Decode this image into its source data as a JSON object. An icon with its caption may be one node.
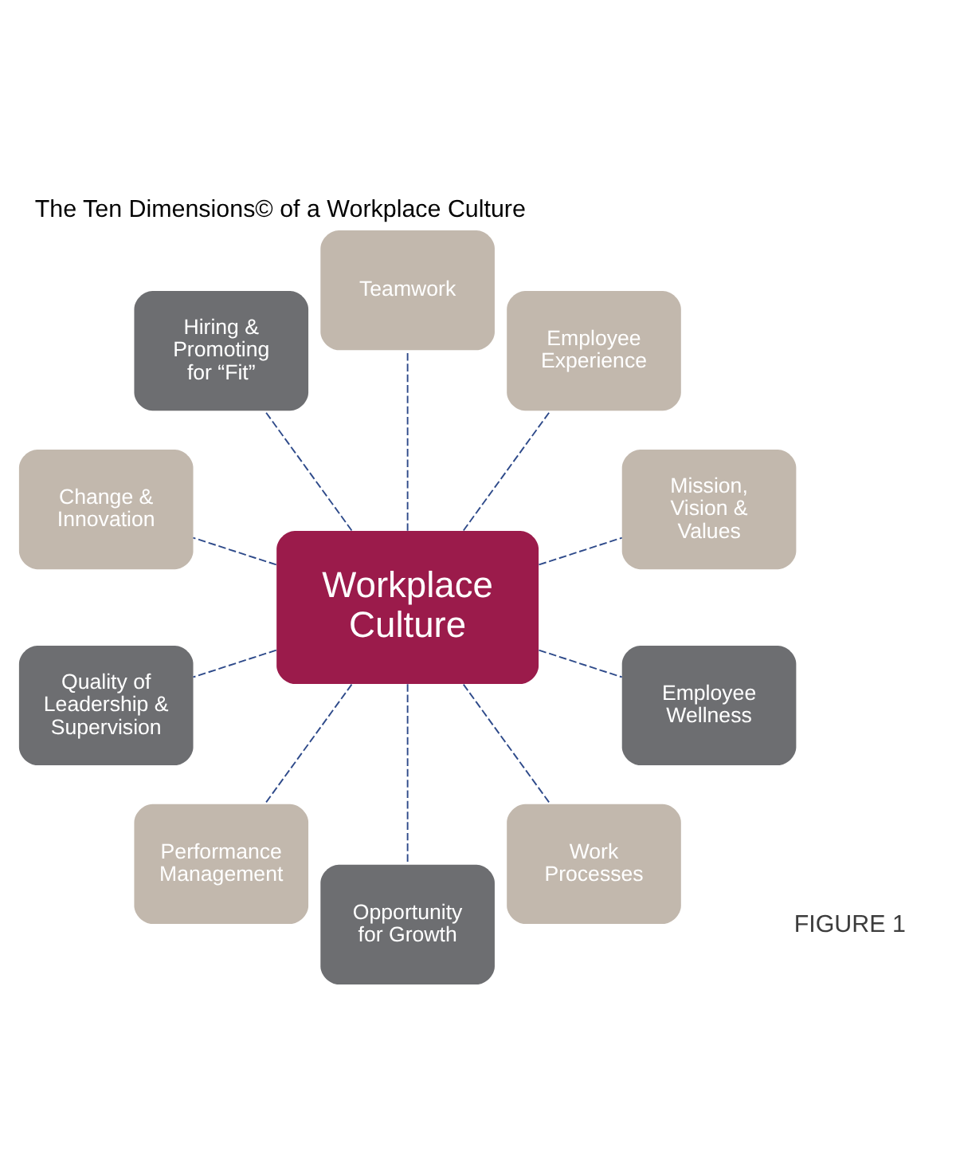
{
  "diagram": {
    "title": "The Ten Dimensions© of a Workplace Culture",
    "nodes": [
      {
        "text": [
          "Workplace Culture"
        ]
      },
      {
        "text": [
          "Mission, Vision & Values"
        ]
      },
      {
        "text": [
          "Employee Experience"
        ]
      },
      {
        "text": [
          "Teamwork"
        ]
      },
      {
        "text": [
          "Hiring & Promoting for “Fit”"
        ]
      },
      {
        "text": [
          "Change & Innovation"
        ]
      },
      {
        "text": [
          "Quality of Leadership & Supervision"
        ]
      },
      {
        "text": [
          "Performance Management"
        ]
      },
      {
        "text": [
          "Opportunity for Growth"
        ]
      },
      {
        "text": [
          "Work Processes"
        ]
      },
      {
        "text": [
          "Employee Wellness"
        ]
      }
    ],
    "edges": [
      {
        "from": 0,
        "to": 1,
        "arrow": "none",
        "style": "dashed"
      },
      {
        "from": 0,
        "to": 2,
        "arrow": "none",
        "style": "dashed"
      },
      {
        "from": 0,
        "to": 3,
        "arrow": "none",
        "style": "dashed"
      },
      {
        "from": 0,
        "to": 4,
        "arrow": "none",
        "style": "dashed"
      },
      {
        "from": 0,
        "to": 5,
        "arrow": "none",
        "style": "dashed"
      },
      {
        "from": 0,
        "to": 6,
        "arrow": "none",
        "style": "dashed"
      },
      {
        "from": 0,
        "to": 7,
        "arrow": "none",
        "style": "dashed"
      },
      {
        "from": 0,
        "to": 8,
        "arrow": "none",
        "style": "dashed"
      },
      {
        "from": 0,
        "to": 9,
        "arrow": "none",
        "style": "dashed"
      },
      {
        "from": 0,
        "to": 10,
        "arrow": "none",
        "style": "dashed"
      }
    ],
    "labels": [
      "FIGURE 1"
    ]
  }
}
